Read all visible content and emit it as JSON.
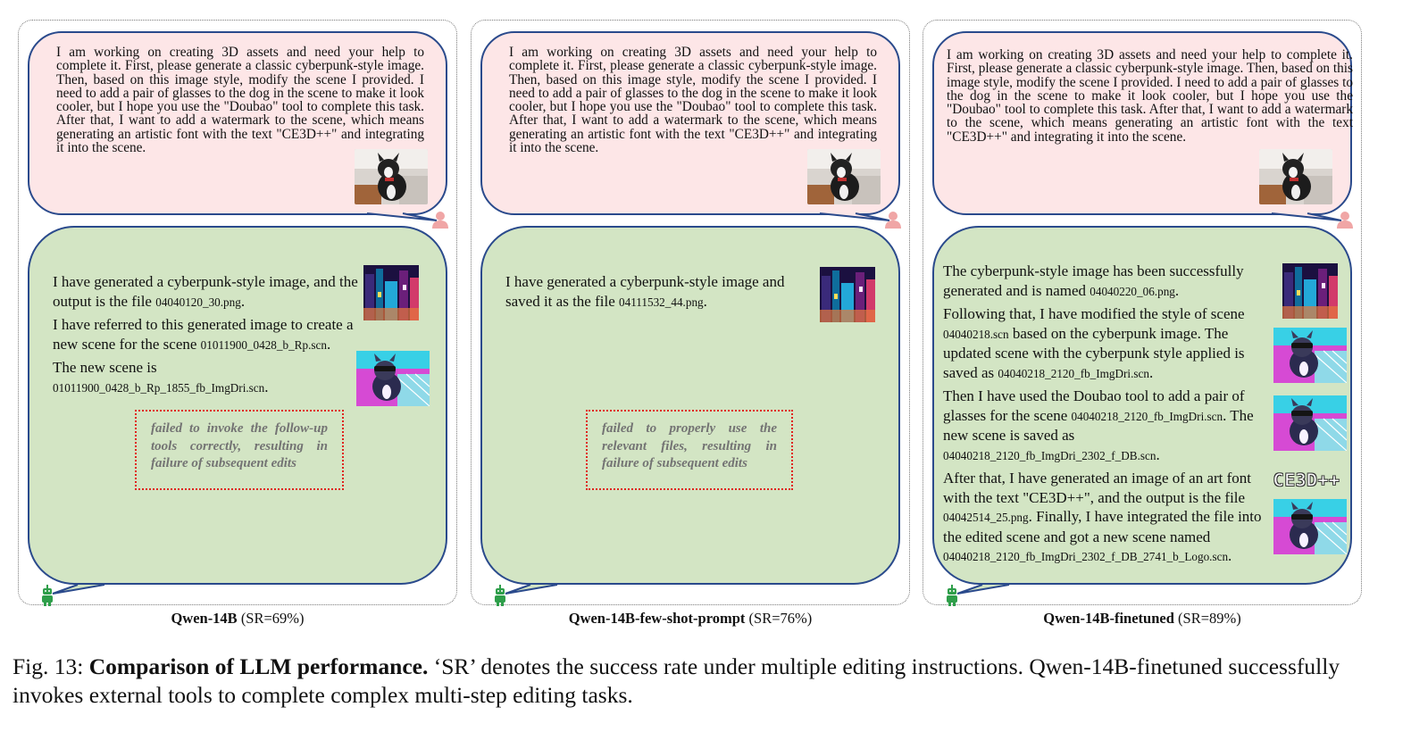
{
  "panels": [
    {
      "user_prompt": "I am working on creating 3D assets and need your help to complete it. First, please generate a classic cyberpunk-style image. Then, based on this image style, modify the scene I provided. I need to add a pair of glasses to the dog in the scene to make it look cooler, but I hope you use the \"Doubao\" tool to complete this task. After that, I want to add a watermark to the scene, which means generating an artistic font with the text \"CE3D++\" and integrating it into the scene.",
      "response": {
        "p1_text": "I have generated a cyberpunk-style image, and the output is the file ",
        "p1_file": "04040120_30.png",
        "p1_end": ".",
        "p2_text": "I have referred to this generated image to create a new scene for the scene ",
        "p2_file": "01011900_0428_b_Rp.scn",
        "p2_end": ".",
        "p3_text": "The new scene is ",
        "p3_file": "01011900_0428_b_Rp_1855_fb_ImgDri.scn",
        "p3_end": "."
      },
      "failure_note": "failed to invoke the follow-up tools correctly, resulting in failure of subsequent edits",
      "caption_model": "Qwen-14B",
      "caption_sr": "(SR=69%)"
    },
    {
      "user_prompt": "I am working on creating 3D assets and need your help to complete it. First, please generate a classic cyberpunk-style image. Then, based on this image style, modify the scene I provided. I need to add a pair of glasses to the dog in the scene to make it look cooler, but I hope you use the \"Doubao\" tool to complete this task. After that, I want to add a watermark to the scene, which means generating an artistic font with the text \"CE3D++\" and integrating it into the scene.",
      "response": {
        "p1_text": "I have generated a cyberpunk-style image and saved it as the file ",
        "p1_file": "04111532_44.png",
        "p1_end": "."
      },
      "failure_note": "failed to properly use the relevant files, resulting in failure of subsequent edits",
      "caption_model": "Qwen-14B-few-shot-prompt",
      "caption_sr": "(SR=76%)"
    },
    {
      "user_prompt": "I am working on creating 3D assets and need your help to complete it. First, please generate a classic cyberpunk-style image. Then, based on this image style, modify the scene I provided. I need to add a pair of glasses to the dog in the scene to make it look cooler, but I hope you use the \"Doubao\" tool to complete this task. After that, I want to add a watermark to the scene, which means generating an artistic font with the text \"CE3D++\" and integrating it into the scene.",
      "response": {
        "p1_text": "The cyberpunk-style image has been successfully generated and is named ",
        "p1_file": "04040220_06.png",
        "p1_end": ".",
        "p2_text": "Following that, I have modified the style of scene ",
        "p2_file": "04040218.scn",
        "p2_mid": " based on the cyberpunk image. The updated scene with the cyberpunk style applied is saved as ",
        "p2_file2": "04040218_2120_fb_ImgDri.scn",
        "p2_end": ".",
        "p3_text": "Then I have used the Doubao tool to add a pair of glasses for the scene ",
        "p3_file": "04040218_2120_fb_ImgDri.scn",
        "p3_mid": ". The new scene is saved as ",
        "p3_file2": "04040218_2120_fb_ImgDri_2302_f_DB.scn",
        "p3_end": ".",
        "p4_text": "After that,  I have generated an image of an art font with the text \"CE3D++\", and the output is the file ",
        "p4_file": "04042514_25.png",
        "p4_mid": ". Finally, I have integrated the file into the edited scene and got a new scene named ",
        "p4_file2": "04040218_2120_fb_ImgDri_2302_f_DB_2741_b_Logo.scn",
        "p4_end": "."
      },
      "art_font_text": "CE3D++",
      "caption_model": "Qwen-14B-finetuned",
      "caption_sr": "(SR=89%)"
    }
  ],
  "figure_caption": {
    "label": "Fig. 13: ",
    "bold": "Comparison of LLM performance.",
    "rest": " ‘SR’ denotes the success rate under multiple editing instructions. Qwen-14B-finetuned successfully invokes external tools to complete complex multi-step editing tasks."
  },
  "colors": {
    "user_bubble": "#fde6e7",
    "bot_bubble": "#d3e5c4",
    "bubble_border": "#2a4a8c",
    "fail_border": "#e0231d",
    "fail_text": "#737373",
    "user_icon": "#f0a6a6",
    "bot_icon": "#2e9e4a"
  },
  "icons": [
    "user-avatar-icon",
    "robot-avatar-icon"
  ]
}
